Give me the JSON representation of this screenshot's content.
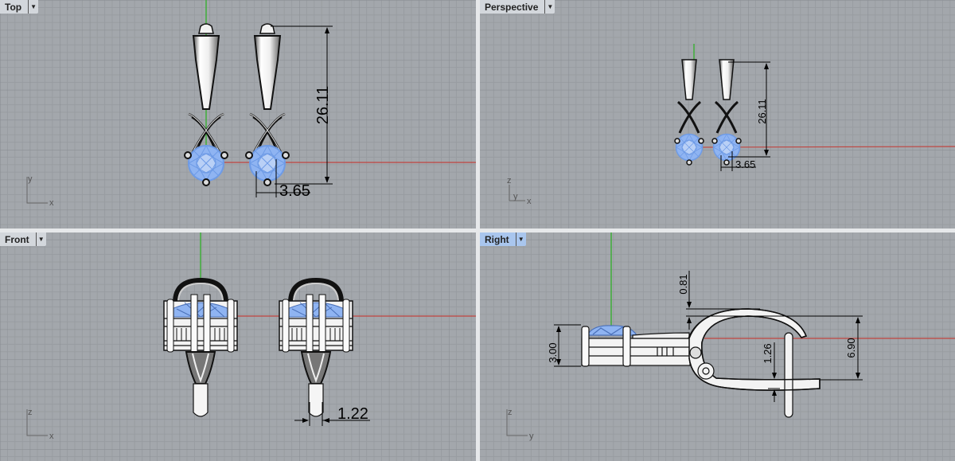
{
  "viewports": [
    {
      "id": "top",
      "label": "Top",
      "active": false,
      "axes": [
        "x",
        "y"
      ],
      "dimensions": [
        "26.11",
        "3.65"
      ]
    },
    {
      "id": "perspective",
      "label": "Perspective",
      "active": false,
      "axes": [
        "x",
        "y",
        "z"
      ],
      "dimensions": [
        "26.11",
        "3.65"
      ]
    },
    {
      "id": "front",
      "label": "Front",
      "active": false,
      "axes": [
        "x",
        "z"
      ],
      "dimensions": [
        "1.22"
      ]
    },
    {
      "id": "right",
      "label": "Right",
      "active": true,
      "axes": [
        "y",
        "z"
      ],
      "dimensions": [
        "0.81",
        "6.90",
        "1.26",
        "3.00"
      ]
    }
  ],
  "colors": {
    "background": "#a3a7ac",
    "active_label": "#a9c6ee",
    "gem": "#8fb4f2",
    "x_axis": "#c0443f",
    "y_axis": "#3fae3a"
  },
  "icons": {
    "dropdown": "chevron-down-icon"
  }
}
